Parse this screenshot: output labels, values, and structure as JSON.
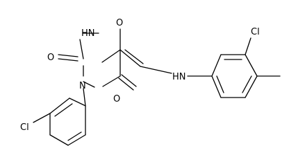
{
  "molecule": {
    "atoms": {
      "o_top": "O",
      "nh_ring": "HN",
      "o_left": "O",
      "n_ring": "N",
      "o_bottom": "O",
      "nh_link": "HN",
      "cl_right": "Cl",
      "cl_left": "Cl"
    },
    "colors": {
      "bond": "#000000",
      "label": "#000000",
      "background": "#ffffff"
    }
  }
}
